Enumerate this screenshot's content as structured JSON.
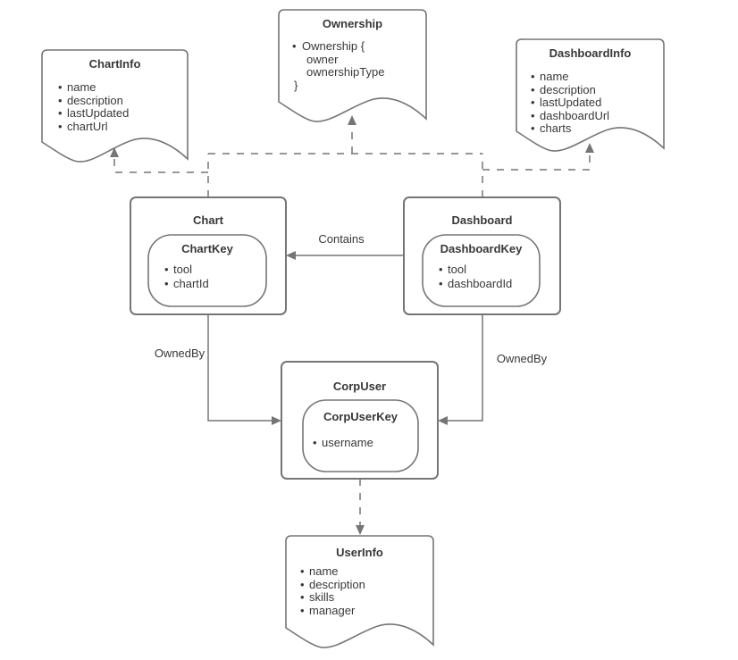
{
  "diagram": {
    "colors": {
      "stroke": "#757575",
      "text": "#383838",
      "background": "#ffffff"
    },
    "docs": {
      "chartinfo": {
        "title": "ChartInfo",
        "items": [
          "name",
          "description",
          "lastUpdated",
          "chartUrl"
        ]
      },
      "ownership": {
        "title": "Ownership",
        "line_open": "Ownership {",
        "fields": [
          "owner",
          "ownershipType"
        ],
        "line_close": "}"
      },
      "dashboardinfo": {
        "title": "DashboardInfo",
        "items": [
          "name",
          "description",
          "lastUpdated",
          "dashboardUrl",
          "charts"
        ]
      },
      "userinfo": {
        "title": "UserInfo",
        "items": [
          "name",
          "description",
          "skills",
          "manager"
        ]
      }
    },
    "entities": {
      "chart": {
        "title": "Chart",
        "key_title": "ChartKey",
        "key_items": [
          "tool",
          "chartId"
        ]
      },
      "dashboard": {
        "title": "Dashboard",
        "key_title": "DashboardKey",
        "key_items": [
          "tool",
          "dashboardId"
        ]
      },
      "corpuser": {
        "title": "CorpUser",
        "key_title": "CorpUserKey",
        "key_items": [
          "username"
        ]
      }
    },
    "edges": {
      "contains": "Contains",
      "ownedby_left": "OwnedBy",
      "ownedby_right": "OwnedBy"
    }
  }
}
